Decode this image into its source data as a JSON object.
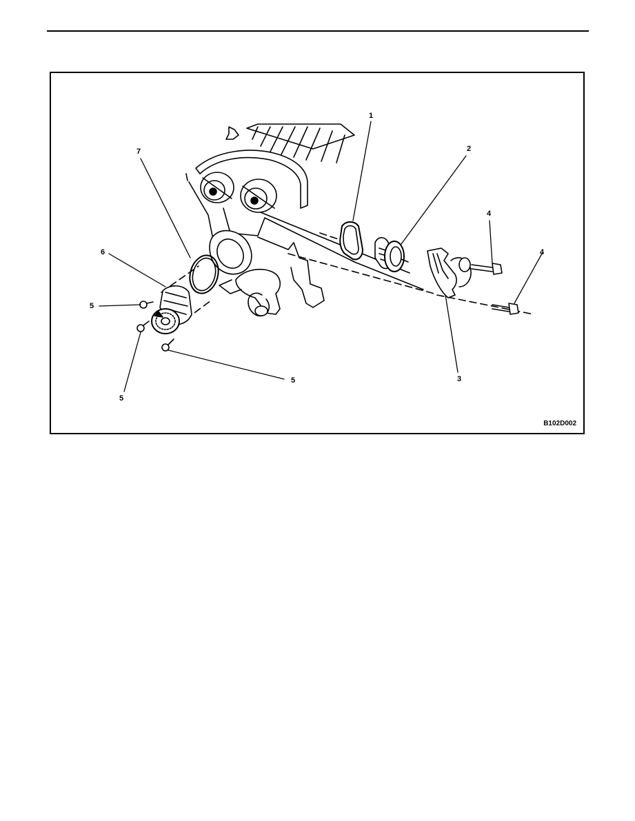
{
  "figure": {
    "id": "B102D002",
    "callouts": {
      "c1": "1",
      "c2": "2",
      "c3": "3",
      "c4a": "4",
      "c4b": "4",
      "c5a": "5",
      "c5b": "5",
      "c5c": "5",
      "c6": "6",
      "c7": "7"
    }
  }
}
